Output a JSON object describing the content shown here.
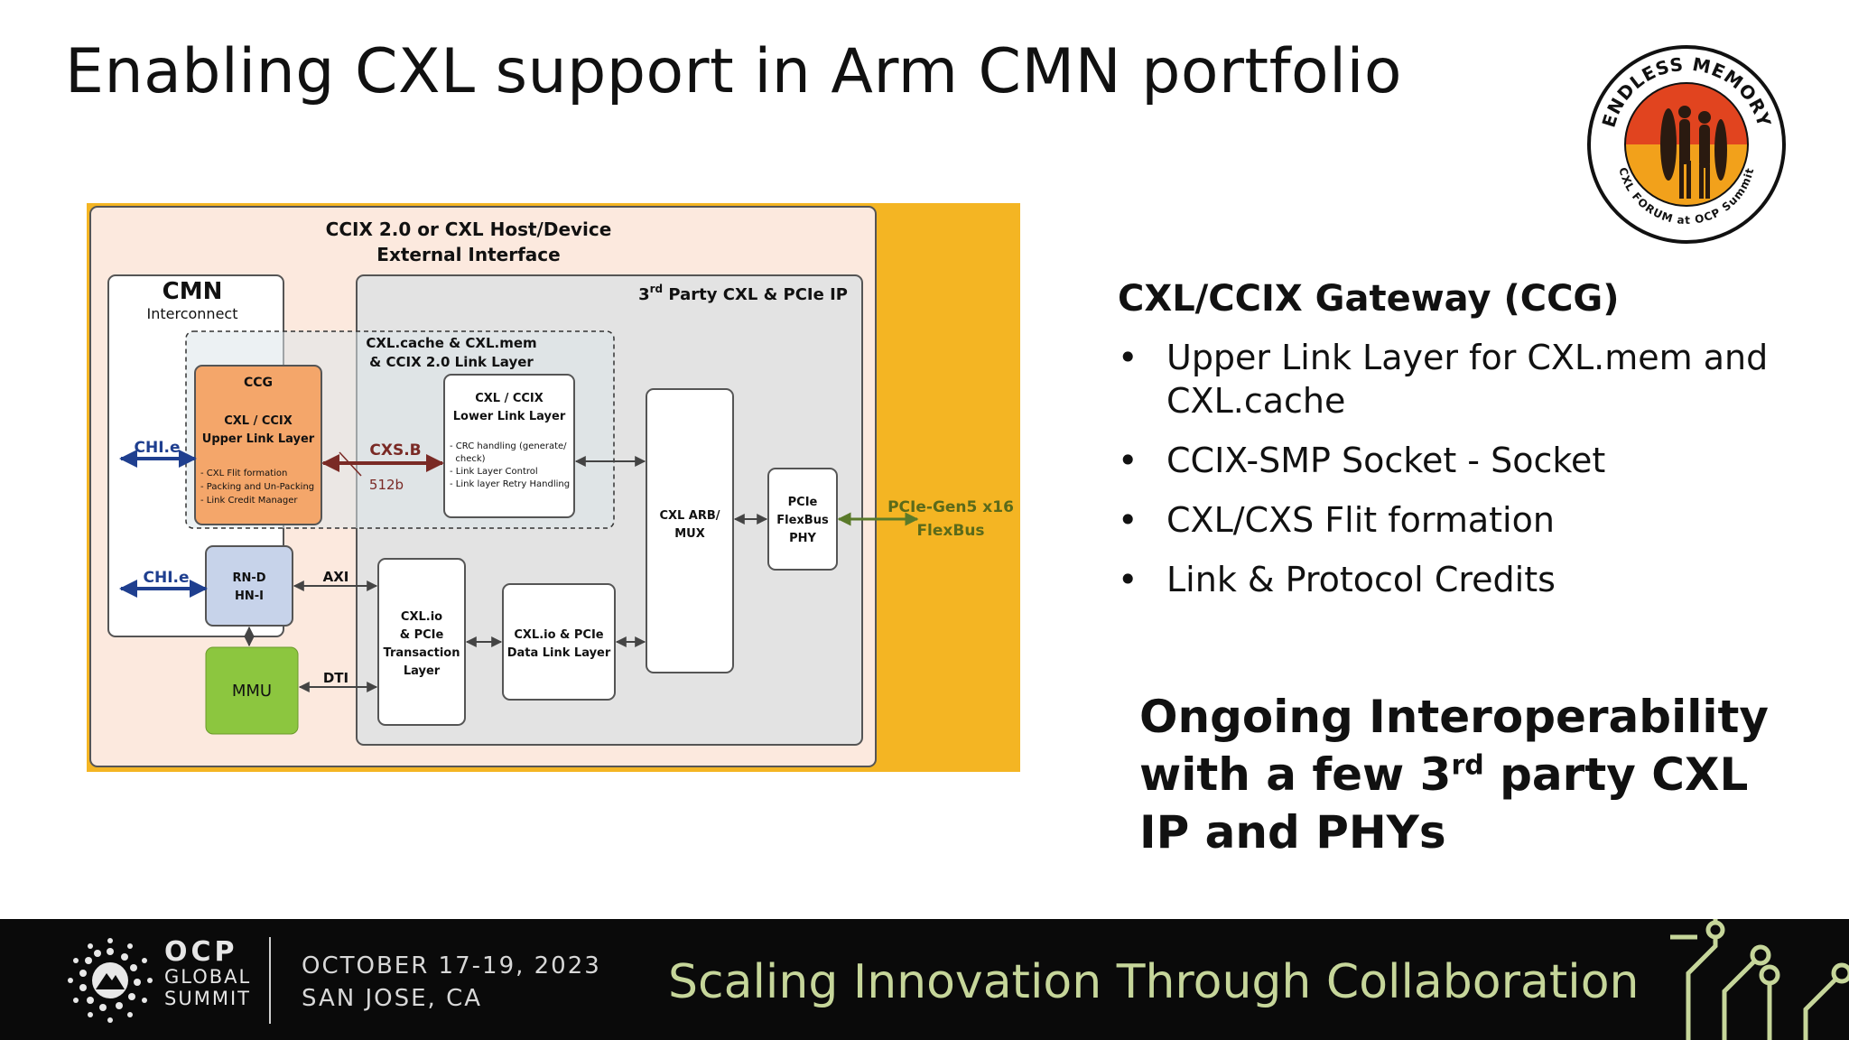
{
  "slide": {
    "title": "Enabling CXL support in Arm CMN portfolio"
  },
  "logo": {
    "top_text": "ENDLESS MEMORY",
    "bottom_text": "CXL FORUM at OCP Summit"
  },
  "diagram": {
    "outer_title_line1": "CCIX 2.0 or CXL Host/Device",
    "outer_title_line2": "External Interface",
    "cmn_title": "CMN",
    "cmn_subtitle": "Interconnect",
    "third_party_label_pre": "3",
    "third_party_label_sup": "rd",
    "third_party_label_post": " Party CXL & PCIe IP",
    "link_layer_line1": "CXL.cache & CXL.mem",
    "link_layer_line2": "& CCIX 2.0 Link Layer",
    "ccg_title": "CCG",
    "ccg_line1": "CXL / CCIX",
    "ccg_line2": "Upper Link Layer",
    "ccg_bullets": [
      "- CXL Flit formation",
      "- Packing and Un-Packing",
      "- Link Credit Manager"
    ],
    "lower_line1": "CXL / CCIX",
    "lower_line2": "Lower Link Layer",
    "lower_bullets": [
      "- CRC handling (generate/",
      "  check)",
      "- Link Layer Control",
      "- Link layer Retry Handling"
    ],
    "chie_top": "CHI.e",
    "chie_bottom": "CHI.e",
    "cxsb": "CXS.B",
    "width_512": "512b",
    "rnd_line1": "RN-D",
    "rnd_line2": "HN-I",
    "axi": "AXI",
    "dti": "DTI",
    "mmu": "MMU",
    "txn_lines": [
      "CXL.io",
      "& PCIe",
      "Transaction",
      "Layer"
    ],
    "dll_lines": [
      "CXL.io & PCIe",
      "Data Link Layer"
    ],
    "arb_lines": [
      "CXL ARB/",
      "MUX"
    ],
    "phy_lines": [
      "PCIe",
      "FlexBus",
      "PHY"
    ],
    "flexbus_line1": "PCIe-Gen5 x16",
    "flexbus_line2": "FlexBus"
  },
  "right": {
    "heading": "CXL/CCIX Gateway (CCG)",
    "bullet_glyph": "•",
    "bullets": [
      "Upper Link Layer for CXL.mem and CXL.cache",
      "CCIX-SMP Socket - Socket",
      "CXL/CXS Flit formation",
      "Link & Protocol Credits"
    ],
    "ongoing_line1": "Ongoing Interoperability",
    "ongoing_line2_pre": "with a few 3",
    "ongoing_line2_sup": "rd",
    "ongoing_line2_post": " party CXL",
    "ongoing_line3": "IP and PHYs"
  },
  "footer": {
    "ocp_line1": "OCP",
    "ocp_line2": "GLOBAL",
    "ocp_line3": "SUMMIT",
    "date": "OCTOBER 17-19, 2023",
    "location": "SAN JOSE, CA",
    "tagline": "Scaling Innovation Through Collaboration"
  },
  "colors": {
    "orange_bg": "#F4B523",
    "peach": "#FCE9DE",
    "ccg_orange": "#F4A66A",
    "rn_blue": "#C7D3EA",
    "mmu_green": "#8CC63F",
    "chie_blue": "#1F3F8F",
    "cxsb_red": "#7A2A25",
    "flexbus_green": "#5A7A2A"
  }
}
